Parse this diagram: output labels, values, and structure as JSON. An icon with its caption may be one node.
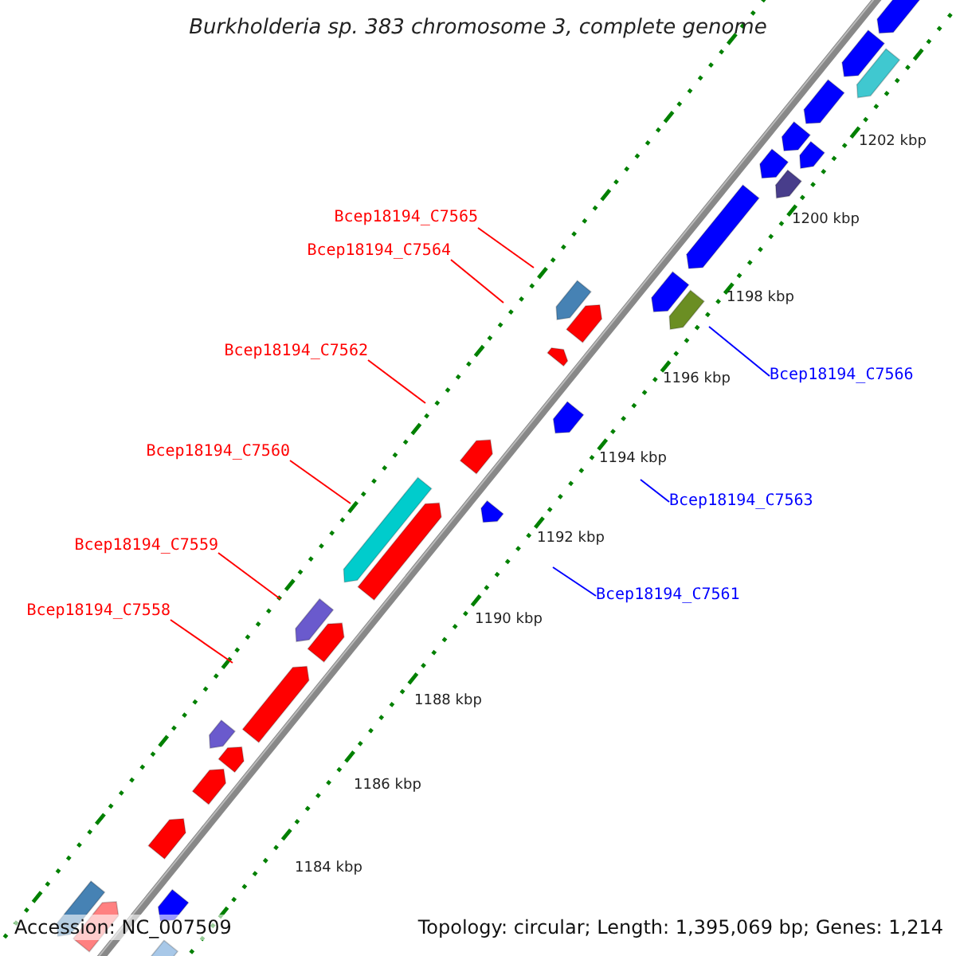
{
  "diagram": {
    "title": "Burkholderia sp. 383 chromosome 3, complete genome",
    "nodes": [
      {
        "text": [
          "Bcep18194_C7565"
        ]
      },
      {
        "text": [
          "Bcep18194_C7564"
        ]
      },
      {
        "text": [
          "Bcep18194_C7562"
        ]
      },
      {
        "text": [
          "Bcep18194_C7560"
        ]
      },
      {
        "text": [
          "Bcep18194_C7559"
        ]
      },
      {
        "text": [
          "Bcep18194_C7558"
        ]
      },
      {
        "text": [
          "Bcep18194_C7566"
        ]
      },
      {
        "text": [
          "Bcep18194_C7563"
        ]
      },
      {
        "text": [
          "Bcep18194_C7561"
        ]
      }
    ],
    "edges": [
      {
        "from": 0,
        "to": null,
        "arrow": "none"
      },
      {
        "from": 1,
        "to": null,
        "arrow": "none"
      },
      {
        "from": 2,
        "to": null,
        "arrow": "none"
      },
      {
        "from": 3,
        "to": null,
        "arrow": "none"
      },
      {
        "from": 4,
        "to": null,
        "arrow": "none"
      },
      {
        "from": 5,
        "to": null,
        "arrow": "none"
      },
      {
        "from": 6,
        "to": null,
        "arrow": "none",
        "color": "#0000ff"
      },
      {
        "from": 7,
        "to": null,
        "arrow": "none",
        "color": "#0000ff"
      },
      {
        "from": 8,
        "to": null,
        "arrow": "none",
        "color": "#0000ff"
      }
    ],
    "labels": [
      "1202 kbp",
      "1200 kbp",
      "1198 kbp",
      "1196 kbp",
      "1194 kbp",
      "1192 kbp",
      "1190 kbp",
      "1188 kbp",
      "1186 kbp",
      "1184 kbp",
      "Accession: NC_007509",
      "Topology: circular; Length: 1,395,069 bp; Genes: 1,214"
    ]
  }
}
